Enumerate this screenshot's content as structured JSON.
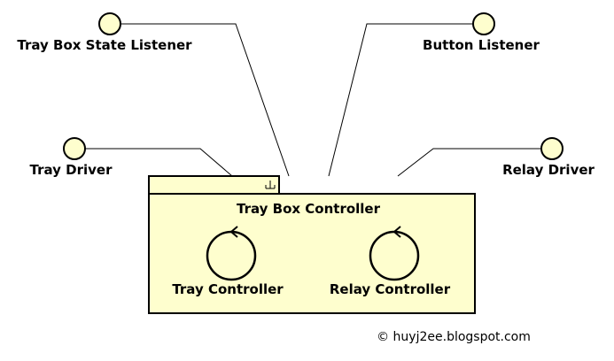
{
  "colors": {
    "fill": "#FEFECE",
    "stroke": "#000000",
    "background": "#FFFFFF"
  },
  "interfaces": {
    "tray_box_state_listener": "Tray Box State Listener",
    "button_listener": "Button Listener",
    "tray_driver": "Tray Driver",
    "relay_driver": "Relay Driver"
  },
  "package": {
    "title": "Tray Box Controller",
    "icon": "package-icon"
  },
  "controls": {
    "tray_controller": "Tray Controller",
    "relay_controller": "Relay Controller"
  },
  "footer": {
    "credit": "© huyj2ee.blogspot.com"
  }
}
